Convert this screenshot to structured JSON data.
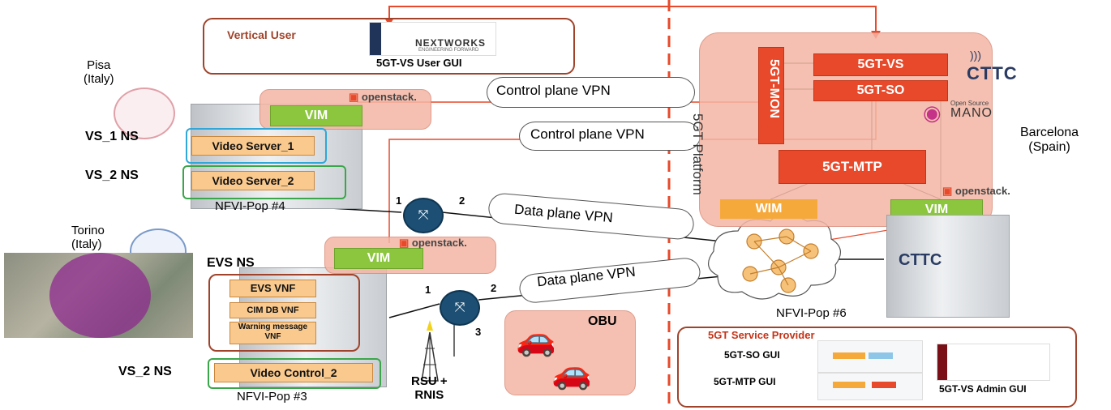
{
  "vertical_user": {
    "title": "Vertical User",
    "gui_label": "5GT-VS User GUI",
    "logo_text": "NEXTWORKS",
    "logo_sub": "ENGINEERING FORWARD"
  },
  "pisa": {
    "city": "Pisa",
    "country": "(Italy)"
  },
  "torino": {
    "city": "Torino",
    "country": "(Italy)"
  },
  "barcelona": {
    "city": "Barcelona",
    "country": "(Spain)"
  },
  "ns_labels": {
    "vs1": "VS_1 NS",
    "vs2_top": "VS_2 NS",
    "evs": "EVS NS",
    "vs2_bottom": "VS_2 NS"
  },
  "vnfs": {
    "video_server_1": "Video Server_1",
    "video_server_2": "Video Server_2",
    "evs_vnf": "EVS VNF",
    "cim_db_vnf": "CIM DB VNF",
    "warning_vnf": "Warning message VNF",
    "video_control_2": "Video Control_2"
  },
  "vim": {
    "pop4": "VIM",
    "pop3": "VIM",
    "platform": "VIM"
  },
  "openstack": {
    "pop4": "openstack.",
    "pop3": "openstack.",
    "platform": "openstack."
  },
  "pops": {
    "pop4": "NFVI-Pop #4",
    "pop3": "NFVI-Pop #3",
    "pop6": "NFVI-Pop #6"
  },
  "vpn": {
    "control1": "Control plane VPN",
    "control2": "Control plane VPN",
    "data1": "Data plane VPN",
    "data2": "Data plane VPN"
  },
  "router1_ports": {
    "a": "1",
    "b": "2"
  },
  "router2_ports": {
    "a": "1",
    "b": "2",
    "c": "3"
  },
  "rsu": {
    "line1": "RSU +",
    "line2": "RNIS"
  },
  "obu": "OBU",
  "platform": {
    "title": "5GT Platform",
    "mon": "5GT-MON",
    "vs": "5GT-VS",
    "so": "5GT-SO",
    "mtp": "5GT-MTP",
    "wim": "WIM"
  },
  "cttc": "CTTC",
  "osm": {
    "top": "Open Source",
    "name": "MANO"
  },
  "service_provider": {
    "title": "5GT Service Provider",
    "so_gui": "5GT-SO GUI",
    "mtp_gui": "5GT-MTP GUI",
    "vs_admin_gui": "5GT-VS Admin GUI"
  },
  "colors": {
    "salmon": "#f4b6a4",
    "red": "#e8492a",
    "green": "#8cc63f",
    "orange": "#f6a93b",
    "brown": "#a0432a",
    "blue": "#2fa7d8",
    "dgreen": "#3aa64a"
  }
}
